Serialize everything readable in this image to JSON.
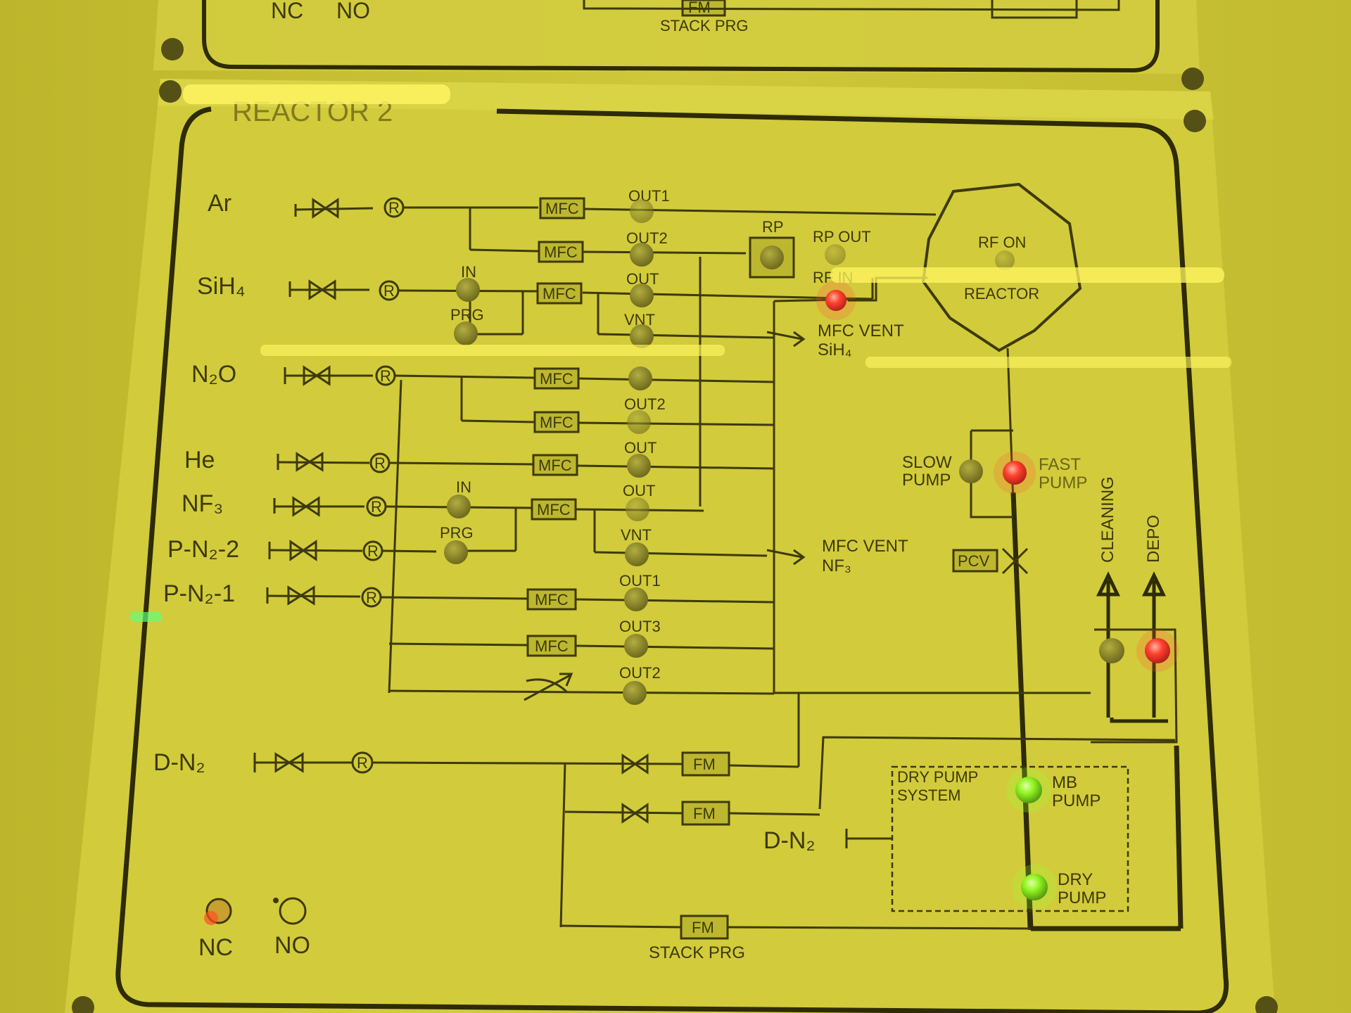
{
  "panel": {
    "title": "REACTOR 2",
    "top_remnant": {
      "nc": "NC",
      "no": "NO",
      "fm": "FM",
      "stack": "STACK PRG"
    }
  },
  "gases": {
    "ar": "Ar",
    "sih4": "SiH₄",
    "n2o": "N₂O",
    "he": "He",
    "nf3": "NF₃",
    "pn22": "P-N₂-2",
    "pn21": "P-N₂-1",
    "dn2": "D-N₂",
    "dn2b": "D-N₂"
  },
  "labels": {
    "mfc": "MFC",
    "out": "OUT",
    "out1": "OUT1",
    "out2": "OUT2",
    "out3": "OUT3",
    "in": "IN",
    "prg": "PRG",
    "vnt": "VNT",
    "r": "R",
    "rp": "RP",
    "rp_out": "RP OUT",
    "rf_in": "RF IN",
    "rf_on": "RF ON",
    "reactor": "REACTOR",
    "mfc_vent_sih4_1": "MFC VENT",
    "mfc_vent_sih4_2": "SiH₄",
    "mfc_vent_nf3_1": "MFC VENT",
    "mfc_vent_nf3_2": "NF₃",
    "slow_pump_1": "SLOW",
    "slow_pump_2": "PUMP",
    "fast_pump_1": "FAST",
    "fast_pump_2": "PUMP",
    "pcv": "PCV",
    "cleaning": "CLEANING",
    "depo": "DEPO",
    "fm": "FM",
    "dry_pump_system_1": "DRY PUMP",
    "dry_pump_system_2": "SYSTEM",
    "mb_pump_1": "MB",
    "mb_pump_2": "PUMP",
    "dry_pump_1": "DRY",
    "dry_pump_2": "PUMP",
    "stack_prg": "STACK PRG",
    "nc": "NC",
    "no": "NO"
  },
  "colors": {
    "background": "#c9c236",
    "panel": "#d2cb3c",
    "ink": "#3e3a08",
    "led_off": "#8f8a2a",
    "led_red": "#ff3a2a",
    "led_green": "#8cf018"
  }
}
